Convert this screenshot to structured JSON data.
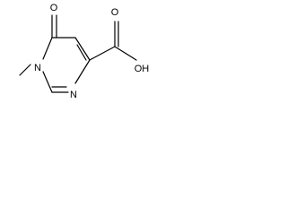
{
  "structure": {
    "atoms": {
      "oxygen_ketone": "O",
      "oxygen_hydroxyl": "OH",
      "oxygen_acid": "O",
      "nitrogen_1": "N",
      "nitrogen_3": "N"
    }
  },
  "colors": {
    "ink": "#000000",
    "background": "#ffffff"
  }
}
